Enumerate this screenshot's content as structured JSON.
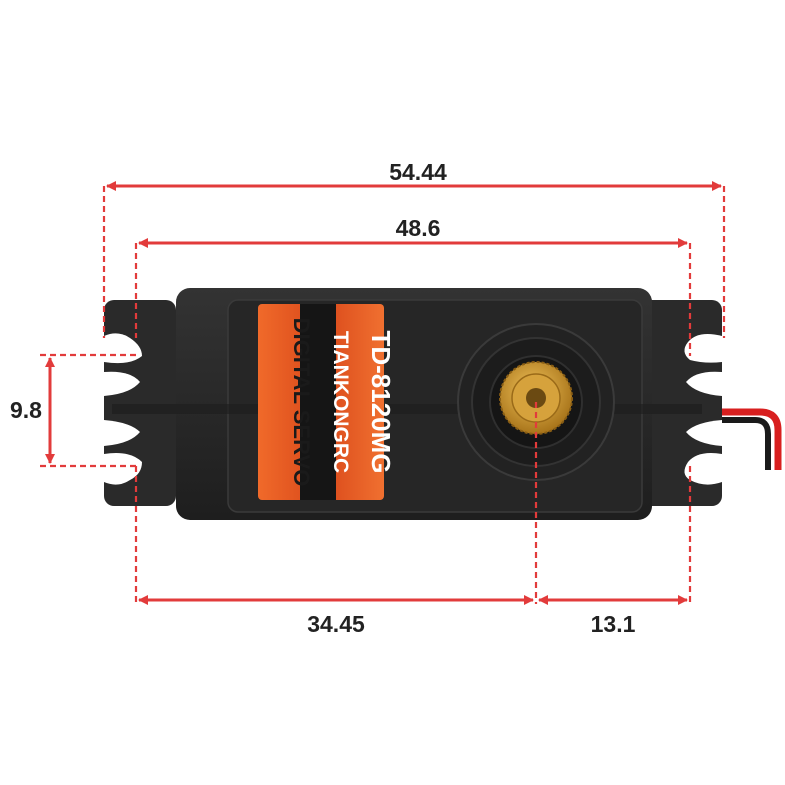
{
  "dimensions": {
    "overall_width": "54.44",
    "mount_hole_spacing": "48.6",
    "mount_slot_height": "9.8",
    "hole_to_shaft": "34.45",
    "shaft_to_hole": "13.1"
  },
  "label": {
    "model": "TD-8120MG",
    "brand": "TIANKONGRC",
    "type": "DIGITAL SERVO"
  },
  "colors": {
    "dimension_line": "#e23b3b",
    "servo_body": "#2b2b2b",
    "label_orange": "#e8541c",
    "gear_brass": "#c8962a",
    "wire_red": "#d81f1f"
  }
}
